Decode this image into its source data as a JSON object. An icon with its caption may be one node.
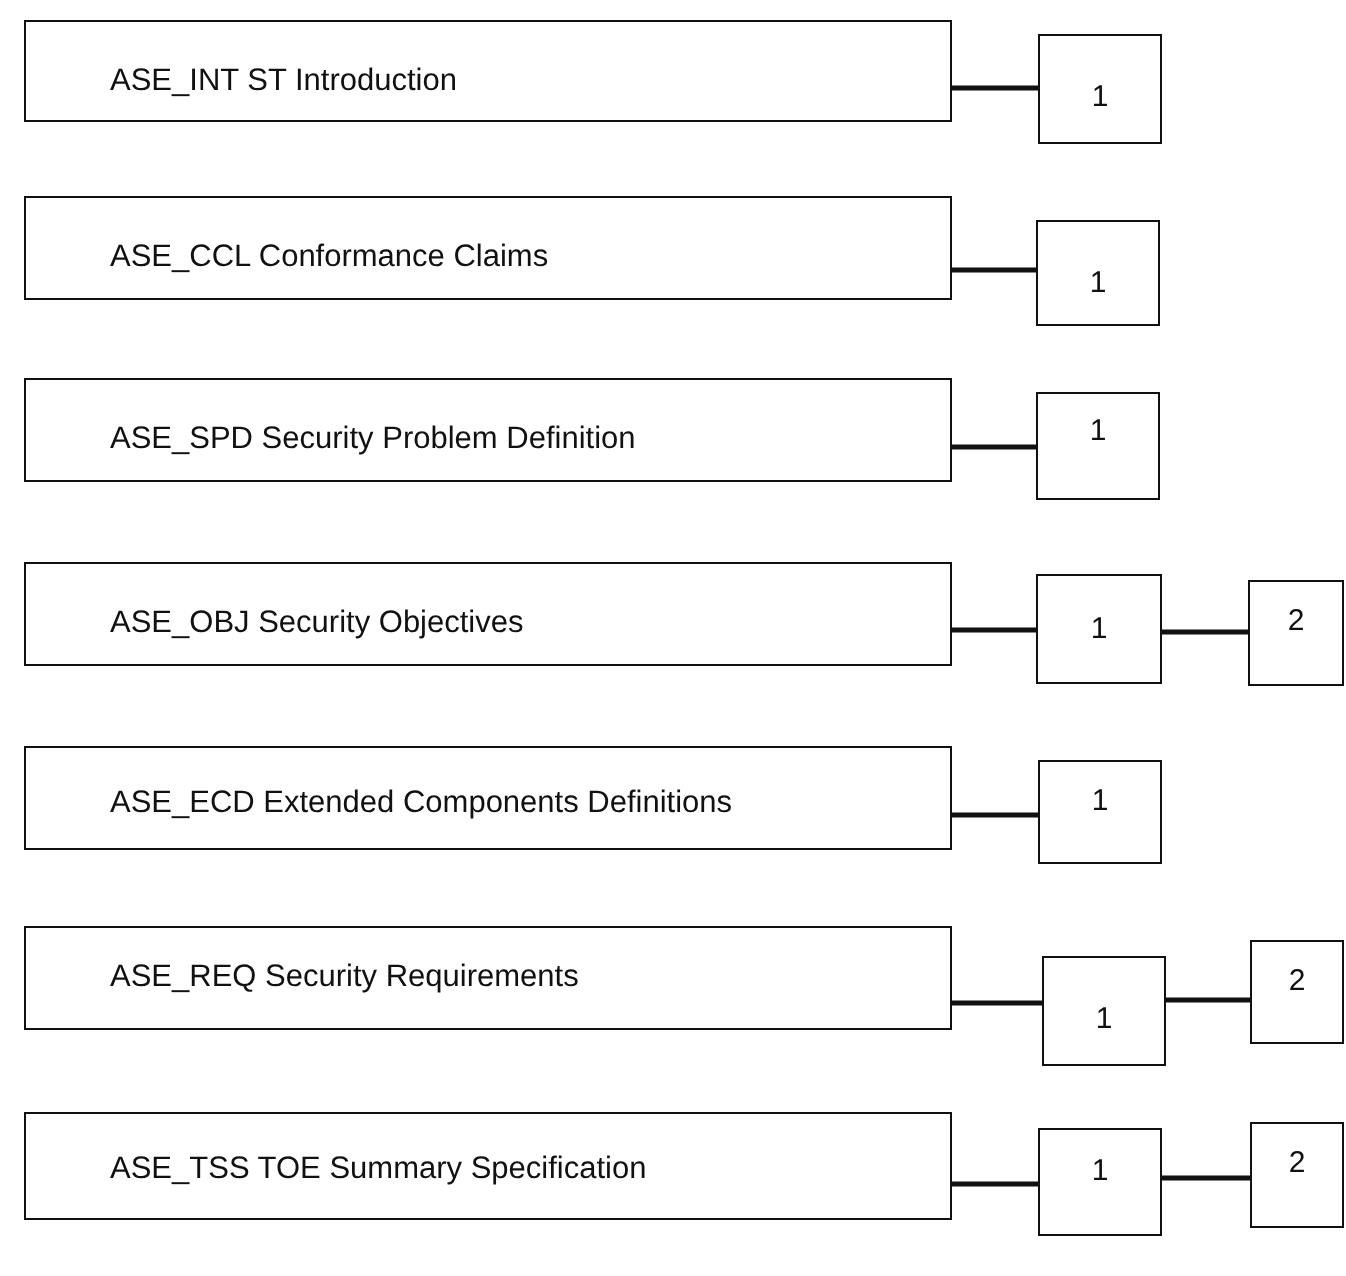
{
  "diagram": {
    "nodes": [
      {
        "text": [
          "ASE_INT ST Introduction"
        ]
      },
      {
        "text": [
          "1"
        ]
      },
      {
        "text": [
          "ASE_CCL Conformance Claims"
        ]
      },
      {
        "text": [
          "1"
        ]
      },
      {
        "text": [
          "ASE_SPD Security Problem Definition"
        ]
      },
      {
        "text": [
          "1"
        ]
      },
      {
        "text": [
          "ASE_OBJ Security Objectives"
        ]
      },
      {
        "text": [
          "1"
        ]
      },
      {
        "text": [
          "2"
        ]
      },
      {
        "text": [
          "ASE_ECD Extended Components Definitions"
        ]
      },
      {
        "text": [
          "1"
        ]
      },
      {
        "text": [
          "ASE_REQ Security Requirements"
        ]
      },
      {
        "text": [
          "1"
        ]
      },
      {
        "text": [
          "2"
        ]
      },
      {
        "text": [
          "ASE_TSS TOE Summary Specification"
        ]
      },
      {
        "text": [
          "1"
        ]
      },
      {
        "text": [
          "2"
        ]
      }
    ],
    "edges": [
      {
        "from": 0,
        "to": 1,
        "arrow": "none"
      },
      {
        "from": 2,
        "to": 3,
        "arrow": "none"
      },
      {
        "from": 4,
        "to": 5,
        "arrow": "none"
      },
      {
        "from": 6,
        "to": 7,
        "arrow": "none"
      },
      {
        "from": 7,
        "to": 8,
        "arrow": "none"
      },
      {
        "from": 9,
        "to": 10,
        "arrow": "none"
      },
      {
        "from": 11,
        "to": 12,
        "arrow": "none"
      },
      {
        "from": 12,
        "to": 13,
        "arrow": "none"
      },
      {
        "from": 14,
        "to": 15,
        "arrow": "none"
      },
      {
        "from": 15,
        "to": 16,
        "arrow": "none"
      }
    ]
  }
}
